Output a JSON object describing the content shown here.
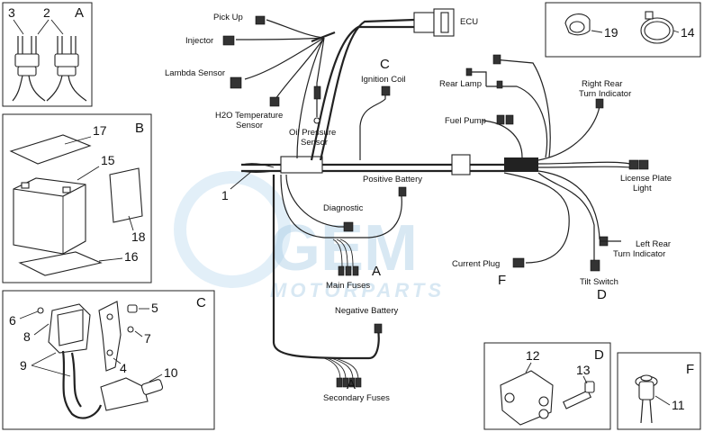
{
  "watermark": {
    "logo": "GEM",
    "text": "MOTORPARTS"
  },
  "harness": {
    "labels": {
      "pickup": "Pick Up",
      "injector": "Injector",
      "lambda": "Lambda Sensor",
      "h2o_line1": "H2O Temperature",
      "h2o_line2": "Sensor",
      "oil_line1": "Oil Pressure",
      "oil_line2": "Sensor",
      "ecu": "ECU",
      "ignition_coil": "Ignition Coil",
      "rear_lamp": "Rear Lamp",
      "fuel_pump": "Fuel Pump",
      "right_rear_line1": "Right Rear",
      "right_rear_line2": "Turn Indicator",
      "license_line1": "License Plate",
      "license_line2": "Light",
      "positive_battery": "Positive Battery",
      "diagnostic": "Diagnostic",
      "main_fuses": "Main Fuses",
      "current_plug": "Current Plug",
      "left_rear_line1": "Left Rear",
      "left_rear_line2": "Turn Indicator",
      "tilt_switch": "Tilt Switch",
      "negative_battery": "Negative Battery",
      "secondary_fuses": "Secondary Fuses"
    },
    "callouts": {
      "item_1": "1",
      "ignition_ref": "C",
      "main_fuses_ref": "A",
      "secondary_fuses_ref": "A",
      "current_plug_ref": "F",
      "tilt_switch_ref": "D"
    }
  },
  "panels": {
    "A": {
      "letter": "A",
      "items": [
        "3",
        "2"
      ]
    },
    "B": {
      "letter": "B",
      "items": [
        "17",
        "15",
        "18",
        "16"
      ]
    },
    "C": {
      "letter": "C",
      "items": [
        "6",
        "8",
        "5",
        "7",
        "9",
        "4",
        "10"
      ]
    },
    "D": {
      "letter": "D",
      "items": [
        "12",
        "13"
      ]
    },
    "F": {
      "letter": "F",
      "items": [
        "11"
      ]
    },
    "clamps": {
      "items": [
        "19",
        "14"
      ]
    }
  }
}
